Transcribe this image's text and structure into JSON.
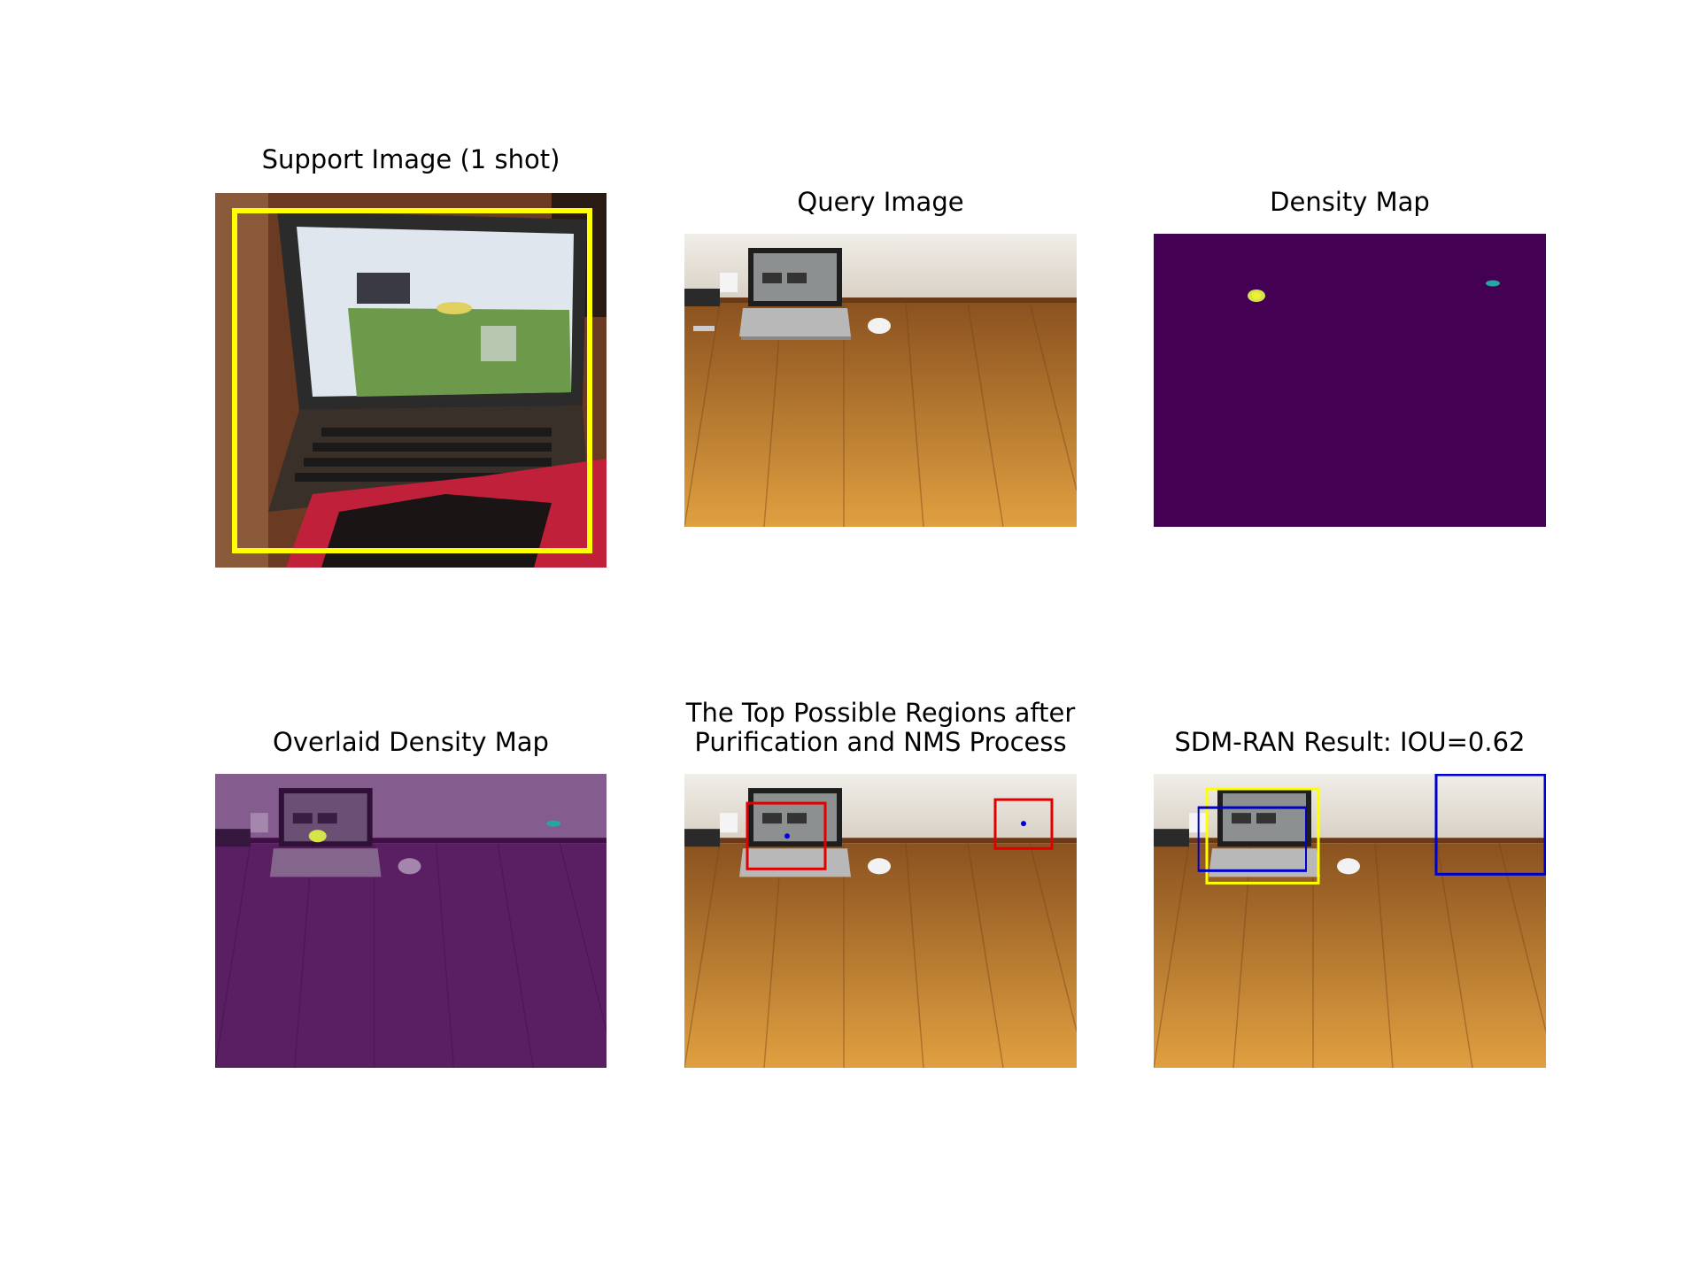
{
  "panels": {
    "support": {
      "title": "Support Image (1 shot)"
    },
    "query": {
      "title": "Query Image"
    },
    "density": {
      "title": "Density Map"
    },
    "overlaid": {
      "title": "Overlaid Density Map"
    },
    "regions": {
      "title": "The Top Possible Regions after\nPurification and NMS Process"
    },
    "result": {
      "title": "SDM-RAN Result: IOU=0.62"
    }
  },
  "colors": {
    "support_box": "#ffff00",
    "region_box": "#e00000",
    "ground_truth_box": "#ffff00",
    "prediction_box": "#0000cc",
    "density_background": "#440154",
    "density_peak": "#d4e44a",
    "density_peak_secondary": "#26a6a0"
  }
}
